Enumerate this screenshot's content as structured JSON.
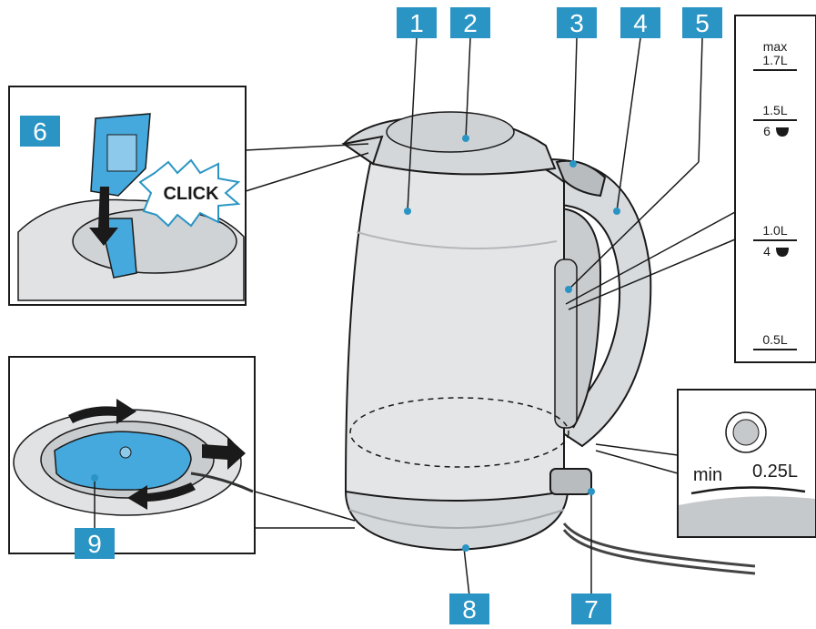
{
  "colors": {
    "callout": "#2a95c4",
    "callout_text": "#ffffff",
    "kettle_body": "#dfe1e3",
    "kettle_shade": "#c9cccf",
    "outline": "#1a1a1a",
    "accent_blue": "#46a9dd"
  },
  "callouts": [
    {
      "label": "1"
    },
    {
      "label": "2"
    },
    {
      "label": "3"
    },
    {
      "label": "4"
    },
    {
      "label": "5"
    },
    {
      "label": "6"
    },
    {
      "label": "7"
    },
    {
      "label": "8"
    },
    {
      "label": "9"
    }
  ],
  "filter_inset": {
    "click_text": "CLICK"
  },
  "water_scale": {
    "max_top": "max",
    "max_value": "1.7L",
    "marks": [
      {
        "value": "1.5L",
        "cups": "6"
      },
      {
        "value": "1.0L",
        "cups": "4"
      },
      {
        "value": "0.5L",
        "cups": ""
      }
    ]
  },
  "min_inset": {
    "min_label": "min",
    "min_value": "0.25L"
  },
  "icons": {
    "cup": "cup-icon",
    "arrow": "arrow-icon"
  }
}
